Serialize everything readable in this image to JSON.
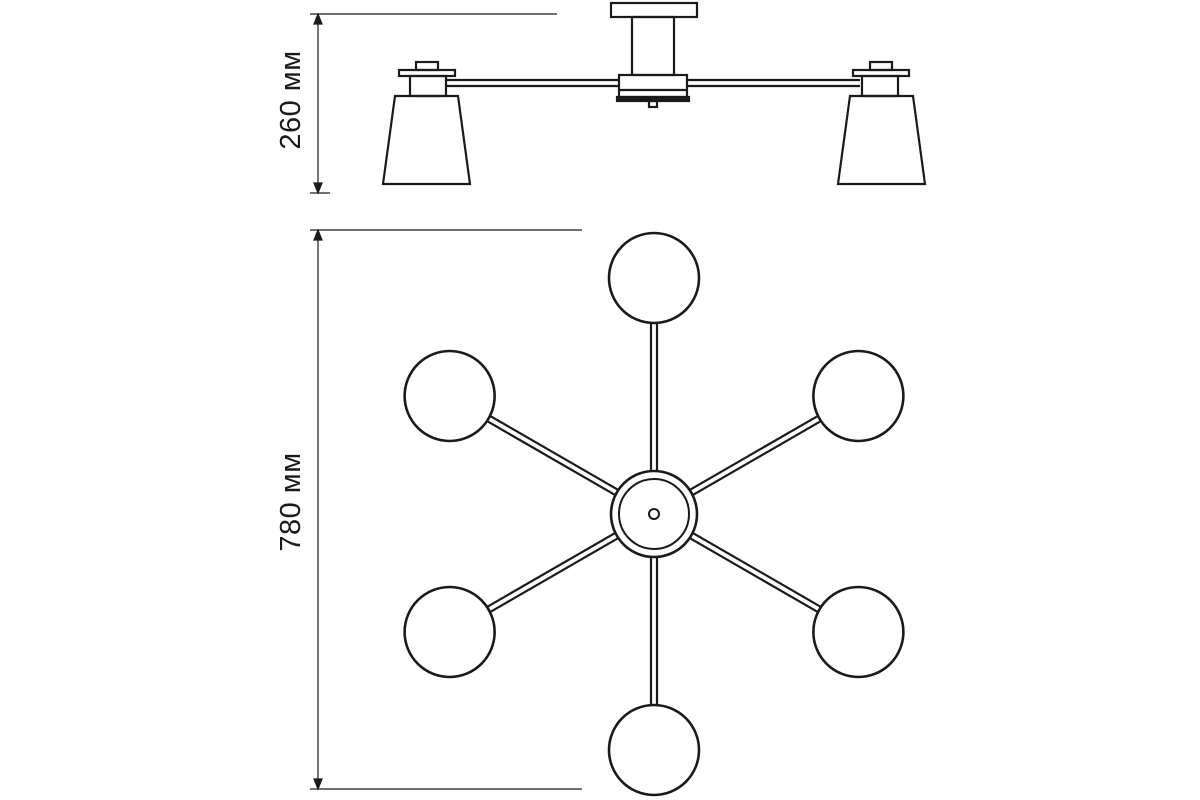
{
  "dimensions": {
    "height_label": "260 мм",
    "diameter_label": "780 мм"
  },
  "colors": {
    "stroke": "#1a1a1a",
    "background": "#ffffff"
  },
  "views": {
    "side_view": {
      "shades": 2
    },
    "top_view": {
      "arms": 6
    }
  }
}
